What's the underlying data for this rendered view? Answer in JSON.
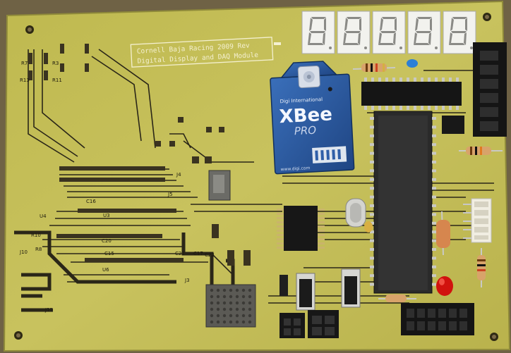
{
  "board": {
    "silkscreen_line1": "Cornell Baja Racing 2009 Rev",
    "silkscreen_line2": "Digital Display and DAQ Module",
    "refdes": [
      "R7",
      "R13",
      "R3",
      "R11",
      "R10",
      "R8",
      "J10",
      "J11",
      "C16",
      "C20",
      "C15",
      "U4",
      "U3",
      "U6",
      "J4",
      "C17",
      "C21",
      "C22",
      "J3",
      "J5"
    ]
  },
  "xbee": {
    "brand": "Digi International",
    "model": "XBee",
    "variant": "PRO",
    "url": "www.digi.com"
  },
  "seven_segment": {
    "digit_count": 5,
    "lit": false
  },
  "colors": {
    "pcb": "#c4bd58",
    "copper": "#2a2618",
    "xbee_blue": "#2f5fa8",
    "silkscreen": "#f4f0d0",
    "display_gray": "#8a8a86"
  }
}
